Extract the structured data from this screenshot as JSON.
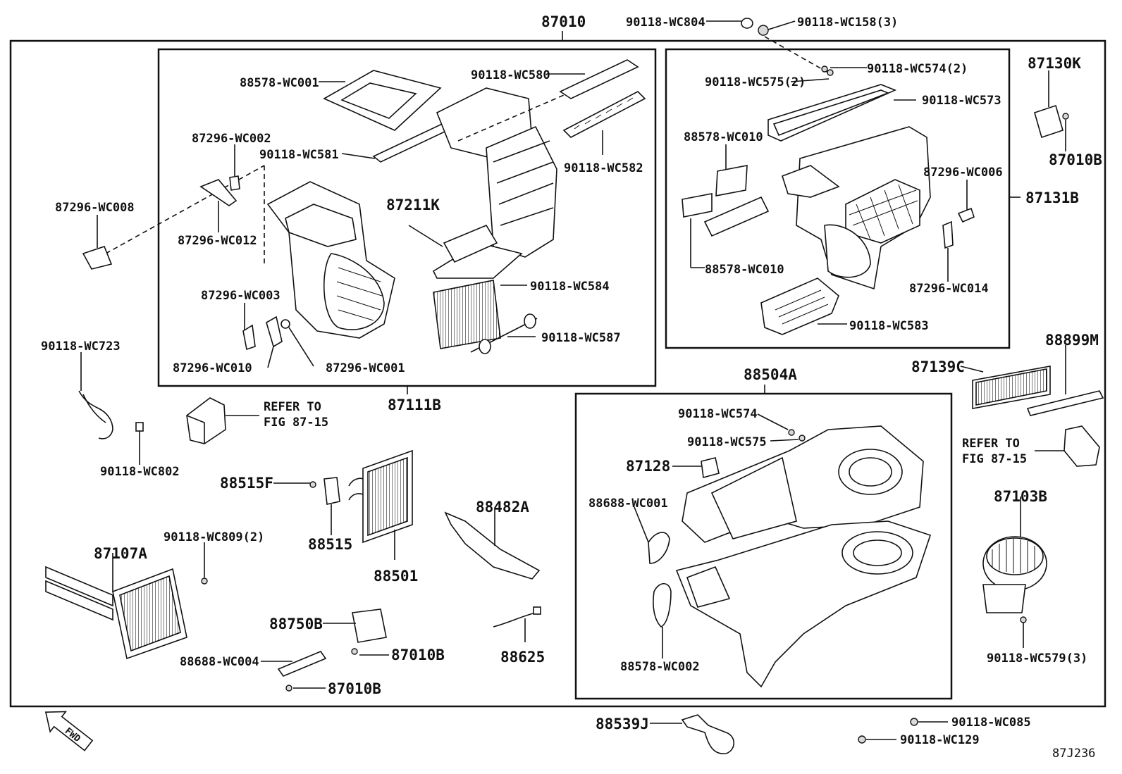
{
  "labels": {
    "p87010": "87010",
    "p90118_WC804": "90118-WC804",
    "p90118_WC158": "90118-WC158(3)",
    "p88578_WC001": "88578-WC001",
    "p90118_WC580": "90118-WC580",
    "p87296_WC002": "87296-WC002",
    "p90118_WC581": "90118-WC581",
    "p90118_WC582": "90118-WC582",
    "p87296_WC008": "87296-WC008",
    "p87211K": "87211K",
    "p87296_WC012": "87296-WC012",
    "p90118_WC584": "90118-WC584",
    "p87296_WC003": "87296-WC003",
    "p90118_WC587": "90118-WC587",
    "p87296_WC010": "87296-WC010",
    "p87296_WC001": "87296-WC001",
    "p87111B": "87111B",
    "p90118_WC574_2": "90118-WC574(2)",
    "p90118_WC575_2": "90118-WC575(2)",
    "p90118_WC573": "90118-WC573",
    "p88578_WC010a": "88578-WC010",
    "p87296_WC006": "87296-WC006",
    "p87131B": "87131B",
    "p88578_WC010b": "88578-WC010",
    "p87296_WC014": "87296-WC014",
    "p90118_WC583": "90118-WC583",
    "p87130K": "87130K",
    "p87010B_top": "87010B",
    "p88899M": "88899M",
    "p87139C": "87139C",
    "p90118_WC723": "90118-WC723",
    "p90118_WC802": "90118-WC802",
    "refer1_line1": "REFER TO",
    "refer1_line2": "FIG 87-15",
    "p88504A": "88504A",
    "p90118_WC574": "90118-WC574",
    "p90118_WC575": "90118-WC575",
    "p87128": "87128",
    "p88688_WC001": "88688-WC001",
    "p88578_WC002": "88578-WC002",
    "refer2_line1": "REFER TO",
    "refer2_line2": "FIG 87-15",
    "p87103B": "87103B",
    "p90118_WC579": "90118-WC579(3)",
    "p88515F": "88515F",
    "p88515": "88515",
    "p88501": "88501",
    "p88482A": "88482A",
    "p90118_WC809": "90118-WC809(2)",
    "p87107A": "87107A",
    "p88750B": "88750B",
    "p87010B_mid": "87010B",
    "p88688_WC004": "88688-WC004",
    "p87010B_bot": "87010B",
    "p88625": "88625",
    "p88539J": "88539J",
    "p90118_WC085": "90118-WC085",
    "p90118_WC129": "90118-WC129",
    "fwd": "FWD",
    "figure_id": "87J236"
  },
  "icons": {
    "fwd_arrow": "fwd-arrow-icon"
  },
  "colors": {
    "ink": "#111111",
    "paper": "#ffffff"
  }
}
